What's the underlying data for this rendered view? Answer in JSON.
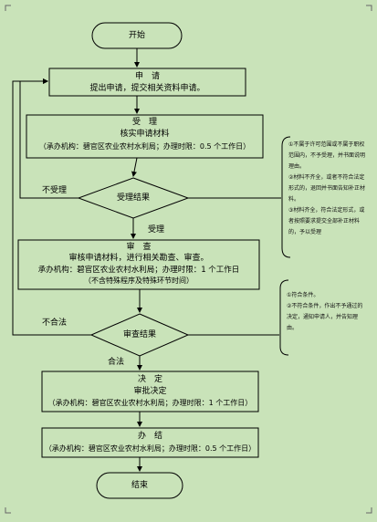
{
  "start": "开始",
  "end": "结束",
  "apply": {
    "title": "申　请",
    "desc": "提出申请，提交相关资料申请。"
  },
  "accept": {
    "title": "受　理",
    "desc": "核实申请材料",
    "agency": "（承办机构：碧官区农业农村水利局；办理时限：0.5 个工作日）"
  },
  "accept_decision": "受理结果",
  "not_accepted": "不受理",
  "accepted": "受理",
  "review": {
    "title": "审　查",
    "desc": "审核申请材料，进行相关勘查、审查。",
    "agency": "承办机构：碧官区农业农村水利局；办理时限：1 个工作日",
    "note": "（不含特殊程序及特殊环节时间）"
  },
  "review_decision": "审查结果",
  "not_qualified": "不合法",
  "qualified": "合法",
  "decide": {
    "title": "决　定",
    "desc": "审批决定",
    "agency": "（承办机构：碧官区农业农村水利局；办理时限：1 个工作日）"
  },
  "handle": {
    "title": "办　结",
    "agency": "（承办机构：碧官区农业农村水利局；办理时限：0.5 个工作日）"
  },
  "note_accept": [
    "①不属于许可范围或不属于职权范围内，不予受理，并书面说明理由。",
    "②材料不齐全，或者不符合法定形式的，退回并书面告知补正材料。",
    "③材料齐全，符合法定形式，或者按照要求提交全部补正材料的，予以受理"
  ],
  "note_review": [
    "①符合条件。",
    "②不符合条件，作出不予通过的决定，通知申请人，并告知理由。"
  ]
}
